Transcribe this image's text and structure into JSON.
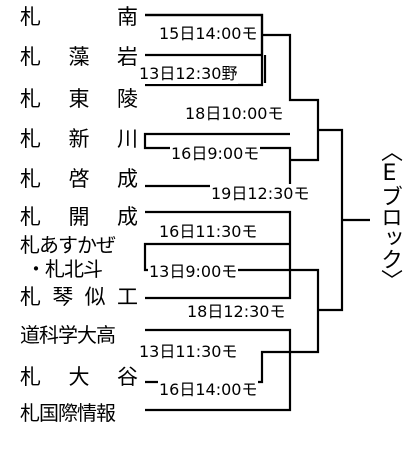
{
  "block": {
    "label": "〈Eブロック〉"
  },
  "teams": [
    "札　　　南",
    "札　藻　岩",
    "札　東　陵",
    "札　新　川",
    "札　啓　成",
    "札　開　成",
    "札あすかぜ",
    "・札北斗",
    "札　琴似工",
    "道科学大高",
    "札　大　谷",
    "札国際情報"
  ],
  "team_chars": [
    [
      "札",
      "南"
    ],
    [
      "札",
      "藻",
      "岩"
    ],
    [
      "札",
      "東",
      "陵"
    ],
    [
      "札",
      "新",
      "川"
    ],
    [
      "札",
      "啓",
      "成"
    ],
    [
      "札",
      "開",
      "成"
    ],
    [
      "札あすかぜ"
    ],
    [
      "・札北斗"
    ],
    [
      "札",
      "琴",
      "似",
      "工"
    ],
    [
      "道科学大高"
    ],
    [
      "札",
      "大",
      "谷"
    ],
    [
      "札国際情報"
    ]
  ],
  "matches": [
    {
      "label": "15日14:00モ"
    },
    {
      "label": "13日12:30野"
    },
    {
      "label": "18日10:00モ"
    },
    {
      "label": "16日9:00モ"
    },
    {
      "label": "19日12:30モ"
    },
    {
      "label": "16日11:30モ"
    },
    {
      "label": "13日9:00モ"
    },
    {
      "label": "18日12:30モ"
    },
    {
      "label": "13日11:30モ"
    },
    {
      "label": "16日14:00モ"
    }
  ]
}
